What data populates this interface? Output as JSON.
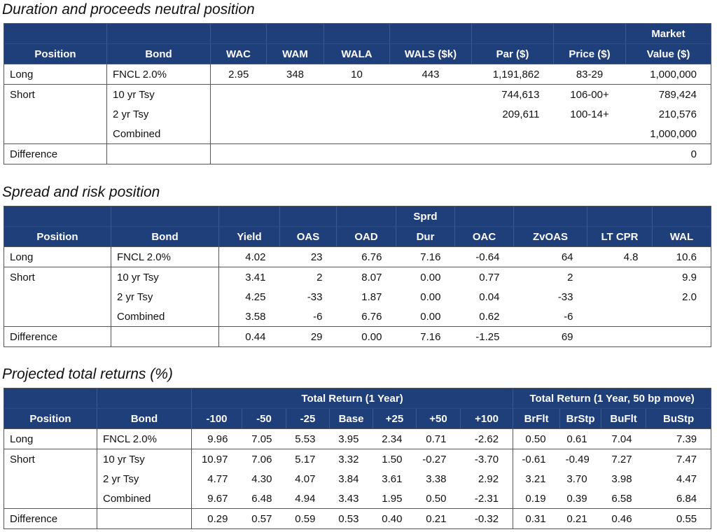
{
  "tables": [
    {
      "title": "Duration and proceeds neutral position",
      "header_top": [
        "",
        "",
        "",
        "",
        "",
        "",
        "",
        "",
        "Market"
      ],
      "columns": [
        "Position",
        "Bond",
        "WAC",
        "WAM",
        "WALA",
        "WALS ($k)",
        "Par ($)",
        "Price ($)",
        "Value ($)"
      ],
      "rows": [
        [
          "Long",
          "FNCL 2.0%",
          "2.95",
          "348",
          "10",
          "443",
          "1,191,862",
          "83-29",
          "1,000,000"
        ],
        [
          "Short",
          "10 yr Tsy",
          "",
          "",
          "",
          "",
          "744,613",
          "106-00+",
          "789,424"
        ],
        [
          "",
          "2 yr Tsy",
          "",
          "",
          "",
          "",
          "209,611",
          "100-14+",
          "210,576"
        ],
        [
          "",
          "Combined",
          "",
          "",
          "",
          "",
          "",
          "",
          "1,000,000"
        ],
        [
          "Difference",
          "",
          "",
          "",
          "",
          "",
          "",
          "",
          "0"
        ]
      ]
    },
    {
      "title": "Spread and risk position",
      "header_top": [
        "",
        "",
        "",
        "",
        "",
        "Sprd",
        "",
        "",
        "",
        ""
      ],
      "columns": [
        "Position",
        "Bond",
        "Yield",
        "OAS",
        "OAD",
        "Dur",
        "OAC",
        "ZvOAS",
        "LT CPR",
        "WAL"
      ],
      "rows": [
        [
          "Long",
          "FNCL 2.0%",
          "4.02",
          "23",
          "6.76",
          "7.16",
          "-0.64",
          "64",
          "4.8",
          "10.6"
        ],
        [
          "Short",
          "10 yr Tsy",
          "3.41",
          "2",
          "8.07",
          "0.00",
          "0.77",
          "2",
          "",
          "9.9"
        ],
        [
          "",
          "2 yr Tsy",
          "4.25",
          "-33",
          "1.87",
          "0.00",
          "0.04",
          "-33",
          "",
          "2.0"
        ],
        [
          "",
          "Combined",
          "3.58",
          "-6",
          "6.76",
          "0.00",
          "0.62",
          "-6",
          "",
          ""
        ],
        [
          "Difference",
          "",
          "0.44",
          "29",
          "0.00",
          "7.16",
          "-1.25",
          "69",
          "",
          ""
        ]
      ]
    },
    {
      "title": "Projected total returns (%)",
      "header_groups": [
        "Total Return (1 Year)",
        "Total Return (1 Year, 50 bp move)"
      ],
      "columns": [
        "Position",
        "Bond",
        "-100",
        "-50",
        "-25",
        "Base",
        "+25",
        "+50",
        "+100",
        "BrFlt",
        "BrStp",
        "BuFlt",
        "BuStp"
      ],
      "rows": [
        [
          "Long",
          "FNCL 2.0%",
          "9.96",
          "7.05",
          "5.53",
          "3.95",
          "2.34",
          "0.71",
          "-2.62",
          "0.50",
          "0.61",
          "7.04",
          "7.39"
        ],
        [
          "Short",
          "10 yr Tsy",
          "10.97",
          "7.06",
          "5.17",
          "3.32",
          "1.50",
          "-0.27",
          "-3.70",
          "-0.61",
          "-0.49",
          "7.27",
          "7.47"
        ],
        [
          "",
          "2 yr Tsy",
          "4.77",
          "4.30",
          "4.07",
          "3.84",
          "3.61",
          "3.38",
          "2.92",
          "3.21",
          "3.70",
          "3.98",
          "4.47"
        ],
        [
          "",
          "Combined",
          "9.67",
          "6.48",
          "4.94",
          "3.43",
          "1.95",
          "0.50",
          "-2.31",
          "0.19",
          "0.39",
          "6.58",
          "6.84"
        ],
        [
          "Difference",
          "",
          "0.29",
          "0.57",
          "0.59",
          "0.53",
          "0.40",
          "0.21",
          "-0.32",
          "0.31",
          "0.21",
          "0.46",
          "0.55"
        ]
      ]
    }
  ],
  "colors": {
    "header_bg": "#1f3f7b",
    "header_text": "#ffffff"
  }
}
